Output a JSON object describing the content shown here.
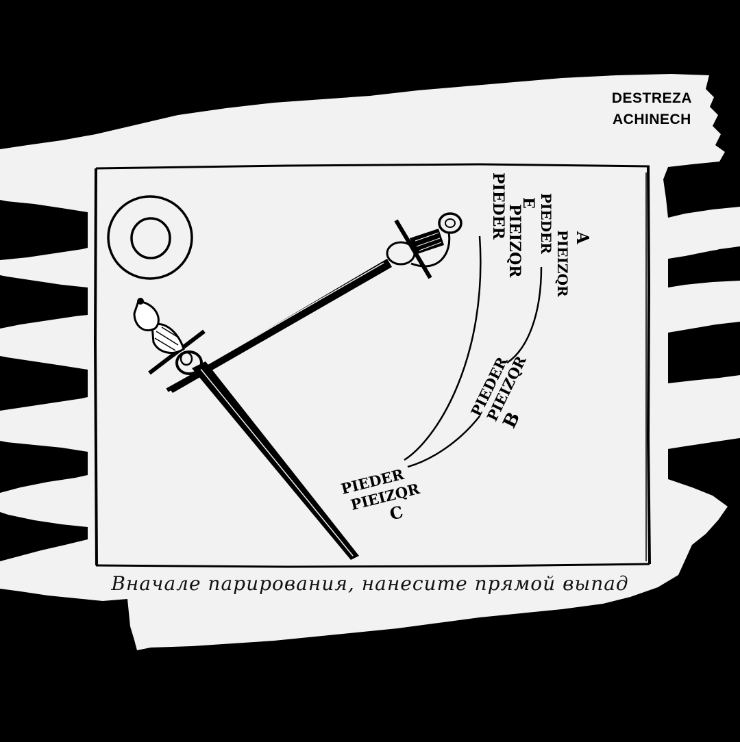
{
  "brand": {
    "line1": "DESTREZA",
    "line2": "ACHINECH"
  },
  "plate": {
    "labels": [
      {
        "id": "e",
        "word1": "PIEDER",
        "word2": "PIEIZQR",
        "letter": "E"
      },
      {
        "id": "a",
        "word1": "PIEDER",
        "word2": "PIEIZQR",
        "letter": "A"
      },
      {
        "id": "b",
        "word1": "PIEDER",
        "word2": "PIEIZQR",
        "letter": "B"
      },
      {
        "id": "c",
        "word1": "PIEDER",
        "word2": "PIEIZQR",
        "letter": "C"
      }
    ]
  },
  "caption": "Вначале парирования, нанесите прямой выпад",
  "colors": {
    "background": "#000000",
    "paper": "#f2f2f2",
    "ink": "#000000"
  }
}
